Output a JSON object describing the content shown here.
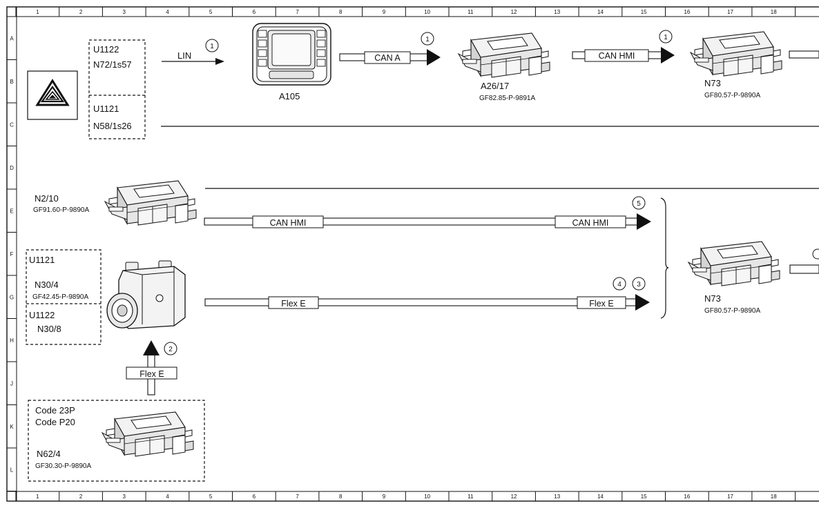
{
  "ruler": {
    "columns": [
      "1",
      "2",
      "3",
      "4",
      "5",
      "6",
      "7",
      "8",
      "9",
      "10",
      "11",
      "12",
      "13",
      "14",
      "15",
      "16",
      "17",
      "18"
    ],
    "rows": [
      "A",
      "B",
      "C",
      "D",
      "E",
      "F",
      "G",
      "H",
      "J",
      "K",
      "L"
    ]
  },
  "top_group": {
    "upper_code": "U1122",
    "upper_component": "N72/1s57",
    "lower_code": "U1121",
    "lower_component": "N58/1s26"
  },
  "camera_group": {
    "upper_code": "U1121",
    "component": "N30/4",
    "component_doc": "GF42.45-P-9890A",
    "lower_code": "U1122",
    "lower_component": "N30/8"
  },
  "code_group": {
    "code_1": "Code 23P",
    "code_2": "Code P20",
    "component": "N62/4",
    "component_doc": "GF30.30-P-9890A"
  },
  "components": {
    "a105": {
      "name": "A105"
    },
    "a26_17": {
      "name": "A26/17",
      "doc": "GF82.85-P-9891A"
    },
    "n73_top": {
      "name": "N73",
      "doc": "GF80.57-P-9890A"
    },
    "n2_10": {
      "name": "N2/10",
      "doc": "GF91.60-P-9890A"
    },
    "n73_right": {
      "name": "N73",
      "doc": "GF80.57-P-9890A"
    }
  },
  "connections": {
    "lin": {
      "label": "LIN",
      "number": "1"
    },
    "can_a": {
      "label": "CAN A",
      "number": "1"
    },
    "can_hmi_top": {
      "label": "CAN HMI",
      "number": "1"
    },
    "can_hmi_left": {
      "label": "CAN HMI"
    },
    "can_hmi_right": {
      "label": "CAN HMI",
      "number": "5"
    },
    "flex_e_left": {
      "label": "Flex E"
    },
    "flex_e_right": {
      "label": "Flex E",
      "number_a": "4",
      "number_b": "3"
    },
    "flex_e_vertical": {
      "label": "Flex E",
      "number": "2"
    }
  },
  "colors": {
    "line": "#111111",
    "background": "#ffffff",
    "shade": "#dcdcdc"
  }
}
